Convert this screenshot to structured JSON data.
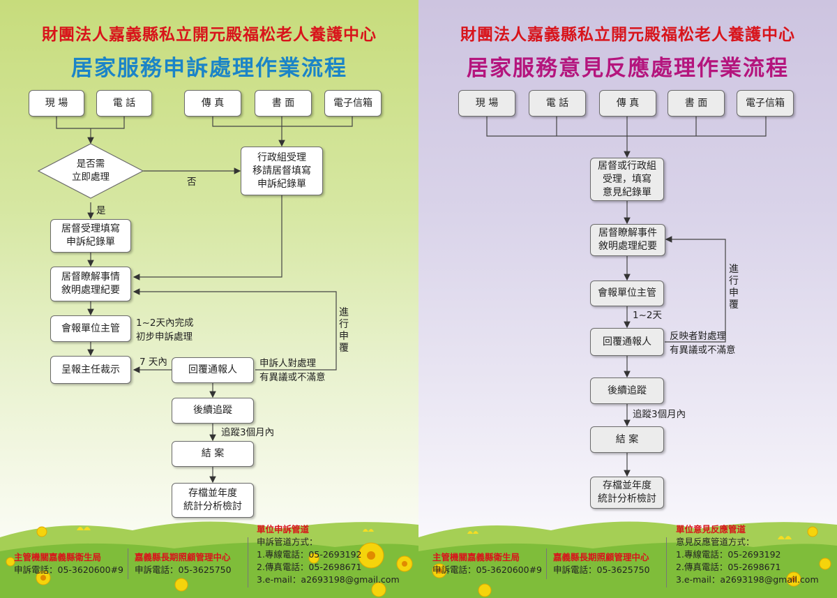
{
  "colors": {
    "org_title": "#d8141b",
    "left_title": "#1b84c7",
    "right_title": "#b4157d",
    "left_bg": "#c7dc7c",
    "right_bg": "#cdc4e0"
  },
  "left": {
    "org": "財團法人嘉義縣私立開元殿福松老人養護中心",
    "title": "居家服務申訴處理作業流程",
    "sources": [
      "現 場",
      "電 話",
      "傳 真",
      "書 面",
      "電子信箱"
    ],
    "decision": {
      "line1": "是否需",
      "line2": "立即處理",
      "yes": "是",
      "no": "否"
    },
    "admin_box": {
      "line1": "行政組受理",
      "line2": "移請居督填寫",
      "line3": "申訴紀錄單"
    },
    "fill_box": {
      "line1": "居督受理填寫",
      "line2": "申訴紀錄單"
    },
    "understand_box": {
      "line1": "居督瞭解事情",
      "line2": "敘明處理紀要"
    },
    "report_box": "會報單位主管",
    "report_note": {
      "line1": "1~2天內完成",
      "line2": "初步申訴處理"
    },
    "director_box": "呈報主任裁示",
    "seven_days": "7 天內",
    "reply_box": "回覆通報人",
    "objection": {
      "line1": "申訴人對處理",
      "line2": "有異議或不滿意"
    },
    "loop_label": "進行申覆",
    "follow_box": "後續追蹤",
    "follow_note": "追蹤3個月內",
    "close_box": "結 案",
    "archive_box": {
      "line1": "存檔並年度",
      "line2": "統計分析檢討"
    }
  },
  "right": {
    "org": "財團法人嘉義縣私立開元殿福松老人養護中心",
    "title": "居家服務意見反應處理作業流程",
    "sources": [
      "現 場",
      "電 話",
      "傳 真",
      "書 面",
      "電子信箱"
    ],
    "accept_box": {
      "line1": "居督或行政組",
      "line2": "受理，填寫",
      "line3": "意見紀錄單"
    },
    "understand_box": {
      "line1": "居督瞭解事件",
      "line2": "敘明處理紀要"
    },
    "report_box": "會報單位主管",
    "days_note": "1~2天",
    "reply_box": "回覆通報人",
    "objection": {
      "line1": "反映者對處理",
      "line2": "有異議或不滿意"
    },
    "loop_label": "進行申覆",
    "follow_box": "後續追蹤",
    "follow_note": "追蹤3個月內",
    "close_box": "結 案",
    "archive_box": {
      "line1": "存檔並年度",
      "line2": "統計分析檢討"
    }
  },
  "footer_left": {
    "auth_title": "主管機關嘉義縣衛生局",
    "auth_phone": "申訴電話：05-3620600#9",
    "center_title": "嘉義縣長期照顧管理中心",
    "center_phone": "申訴電話：05-3625750",
    "unit_title": "單位申訴管道",
    "unit_method": "申訴管道方式：",
    "unit_1": "1.專線電話：05-2693192",
    "unit_2": "2.傳真電話：05-2698671",
    "unit_3": "3.e-mail：a2693198@gmail.com"
  },
  "footer_right": {
    "auth_title": "主管機關嘉義縣衛生局",
    "auth_phone": "申訴電話：05-3620600#9",
    "center_title": "嘉義縣長期照顧管理中心",
    "center_phone": "申訴電話：05-3625750",
    "unit_title": "單位意見反應管道",
    "unit_method": "意見反應管道方式：",
    "unit_1": "1.專線電話：05-2693192",
    "unit_2": "2.傳真電話：05-2698671",
    "unit_3": "3.e-mail：a2693198@gmail.com"
  }
}
